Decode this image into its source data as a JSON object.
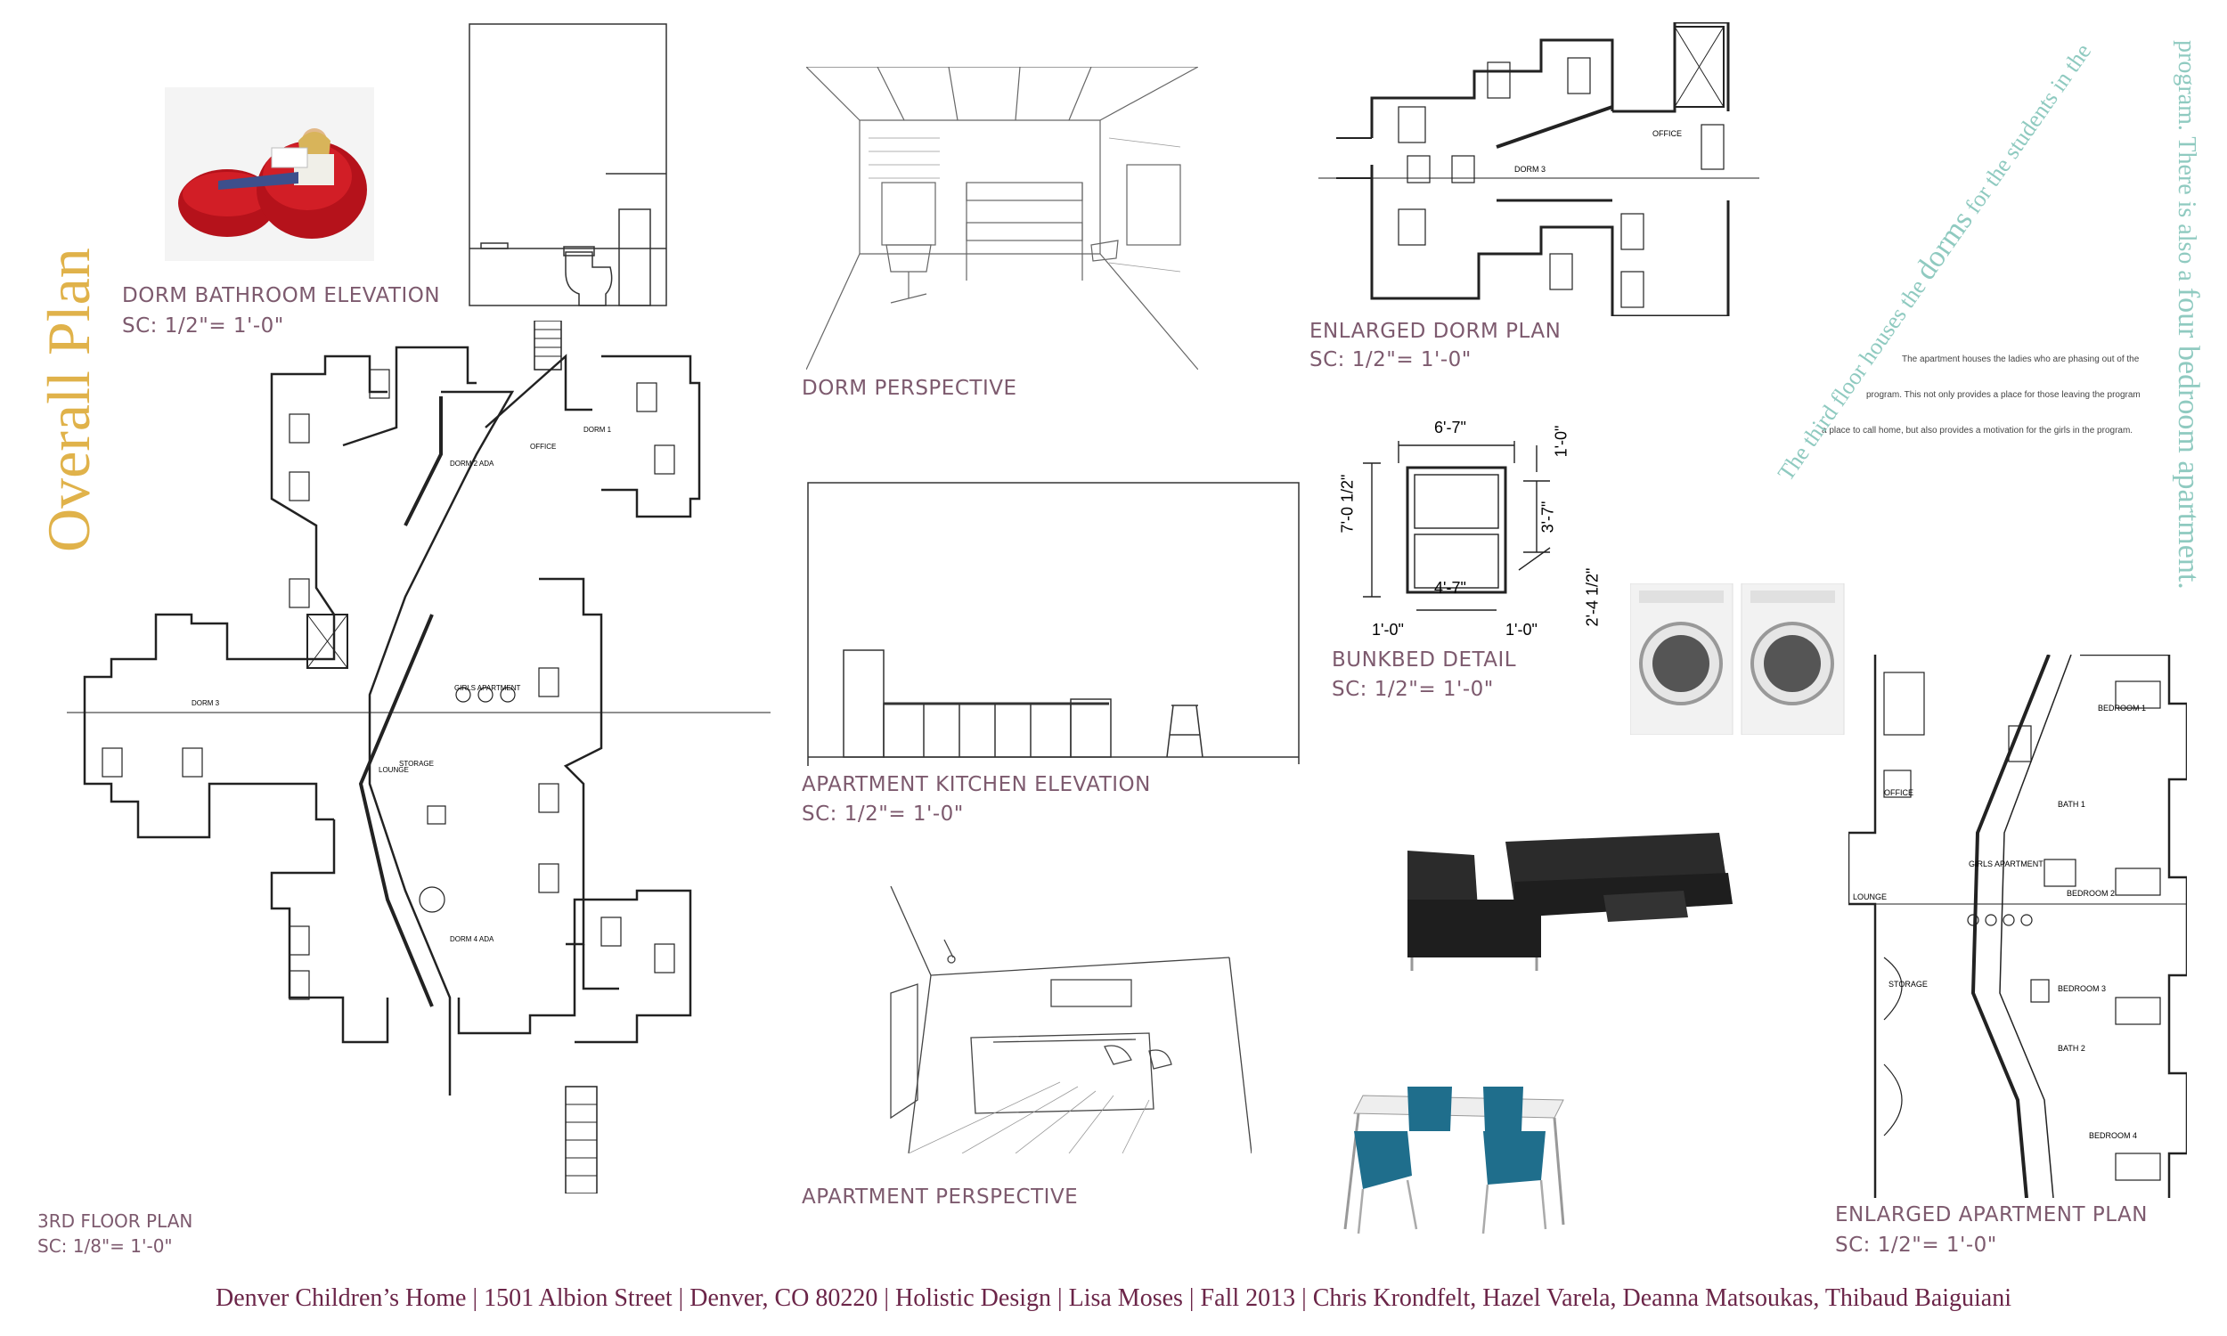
{
  "title": "Overall Plan",
  "panels": {
    "dorm_bathroom": {
      "name": "DORM BATHROOM ELEVATION",
      "scale": "SC: 1/2\"= 1'-0\""
    },
    "dorm_perspective": {
      "name": "DORM PERSPECTIVE"
    },
    "enlarged_dorm": {
      "name": "ENLARGED DORM PLAN",
      "scale": "SC: 1/2\"= 1'-0\""
    },
    "bunkbed": {
      "name": "BUNKBED DETAIL",
      "scale": "SC: 1/2\"= 1'-0\""
    },
    "kitchen_elev": {
      "name": "APARTMENT KITCHEN ELEVATION",
      "scale": "SC: 1/2\"= 1'-0\""
    },
    "apt_perspective": {
      "name": "APARTMENT PERSPECTIVE"
    },
    "third_floor": {
      "name": "3RD FLOOR PLAN",
      "scale": "SC: 1/8\"= 1'-0\""
    },
    "enlarged_apt": {
      "name": "ENLARGED APARTMENT PLAN",
      "scale": "SC: 1/2\"= 1'-0\""
    }
  },
  "bunk_dims": {
    "top": "6'-7\"",
    "left": "7'-0 1/2\"",
    "inner": "4'-7\"",
    "right1": "1'-0\"",
    "right2": "3'-7\"",
    "right3": "2'-4 1/2\"",
    "bot_l": "1'-0\"",
    "bot_r": "1'-0\""
  },
  "plan_labels": {
    "dorm3": "DORM 3",
    "office": "OFFICE",
    "dorm1": "DORM 1",
    "dorm2": "DORM 2 ADA",
    "dorm4": "DORM 4 ADA",
    "lounge": "LOUNGE",
    "girls_apt": "GIRLS APARTMENT",
    "bedroom1": "BEDROOM 1",
    "bedroom2": "BEDROOM 2",
    "bedroom3": "BEDROOM 3",
    "bedroom4": "BEDROOM 4",
    "bath1": "BATH 1",
    "bath2": "BATH 2",
    "storage": "STORAGE"
  },
  "description": [
    "The apartment houses the ladies who are phasing out of the",
    "program. This not only provides a place for those leaving the program",
    "a place to call home, but also provides a motivation for the girls in the program."
  ],
  "quote": {
    "line1_a": "The third floor houses the",
    "line1_b": "dorms",
    "line1_c": "for the students in the",
    "line2_a": "program. There is also a",
    "line2_b": "four bedroom apartment."
  },
  "footer": "Denver Children’s Home | 1501 Albion Street | Denver, CO 80220 |  Holistic Design | Lisa Moses | Fall 2013 | Chris Krondfelt, Hazel Varela, Deanna Matsoukas, Thibaud Baiguiani",
  "colors": {
    "title": "#e0b24a",
    "label": "#7d5a6e",
    "quote": "#8fcac0",
    "footer": "#6b2548",
    "beanbag": "#b5121b",
    "chair": "#1f6e8c",
    "sofa": "#2b2b2b"
  }
}
